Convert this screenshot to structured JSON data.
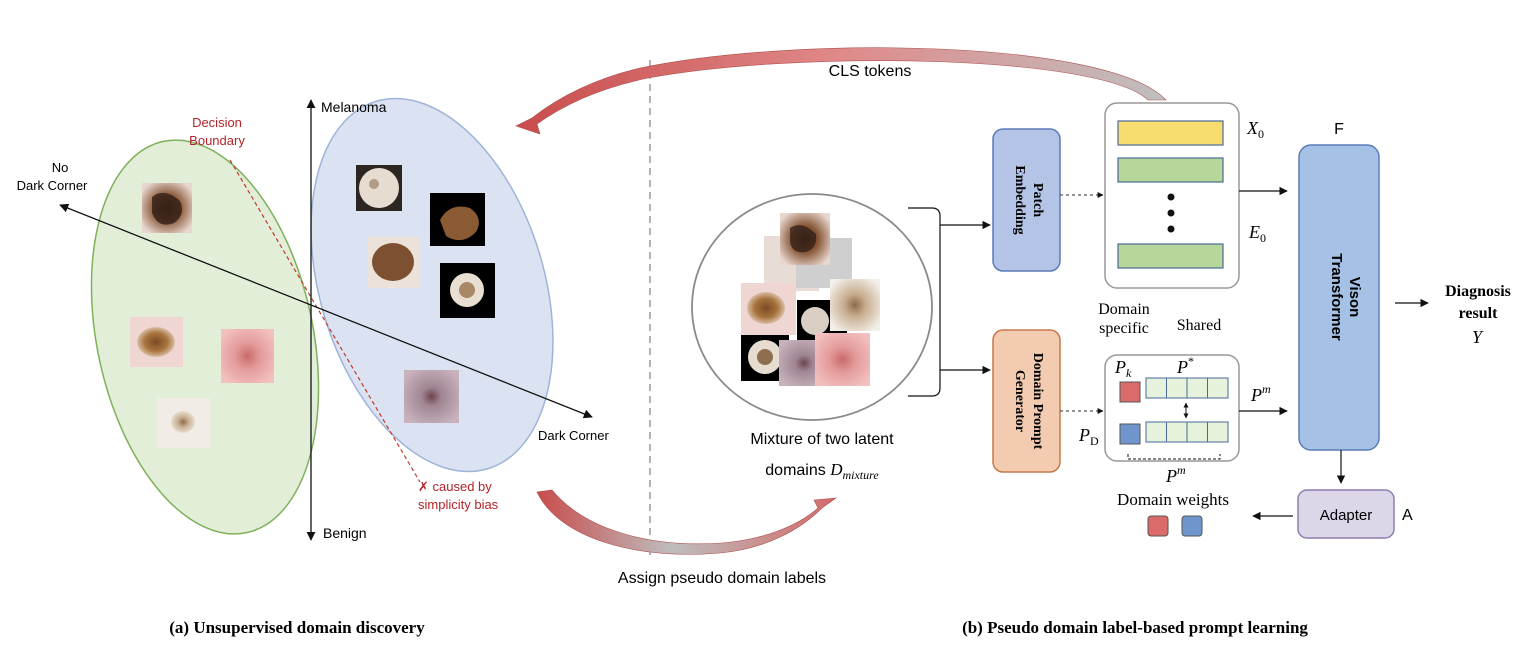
{
  "panel_a": {
    "caption": "(a) Unsupervised domain discovery",
    "axis_top": "Melanoma",
    "axis_bottom": "Benign",
    "axis_left_line1": "No",
    "axis_left_line2": "Dark Corner",
    "axis_right": "Dark Corner",
    "boundary_line1": "Decision",
    "boundary_line2": "Boundary",
    "bias_line1": "✗ caused by",
    "bias_line2": "simplicity bias"
  },
  "center": {
    "cls_tokens": "CLS tokens",
    "assign_labels": "Assign pseudo domain labels",
    "mixture_line1": "Mixture of two latent",
    "mixture_line2_prefix": "domains ",
    "mixture_symbol": "D",
    "mixture_subscript": "mixture"
  },
  "panel_b": {
    "caption": "(b) Pseudo domain label-based prompt learning",
    "patch_embedding": [
      "Patch",
      "Embedding"
    ],
    "domain_prompt_generator": [
      "Domain Prompt",
      "Generator"
    ],
    "x0": "X",
    "x0_sub": "0",
    "e0": "E",
    "e0_sub": "0",
    "domain_specific_line1": "Domain",
    "domain_specific_line2": "specific",
    "shared": "Shared",
    "pk": "P",
    "pk_sub": "k",
    "pstar": "P",
    "pstar_sup": "*",
    "pd": "P",
    "pd_sub": "D",
    "pm_right": "P",
    "pm_right_sup": "m",
    "pm_bottom": "P",
    "pm_bottom_sup": "m",
    "domain_weights": "Domain weights",
    "f_label": "F",
    "vit": [
      "Vison",
      "Transformer"
    ],
    "adapter": "Adapter",
    "a_label": "A",
    "diagnosis_line1": "Diagnosis",
    "diagnosis_line2": "result",
    "y": "Y"
  },
  "colors": {
    "green_ellipse": "#e3eed8",
    "blue_ellipse": "#dbe3f2",
    "patch_box": "#b3c4e6",
    "prompt_box": "#f3cbb0",
    "vit_box": "#a5c2e6",
    "adapter_box": "#ddd5e8",
    "token_yellow": "#f6db6e",
    "token_green": "#b6d69a",
    "prompt_red": "#db6a6a",
    "prompt_blue": "#6e96cc",
    "arrow_red": "#cc5555",
    "annotation_red": "#b4232a"
  }
}
